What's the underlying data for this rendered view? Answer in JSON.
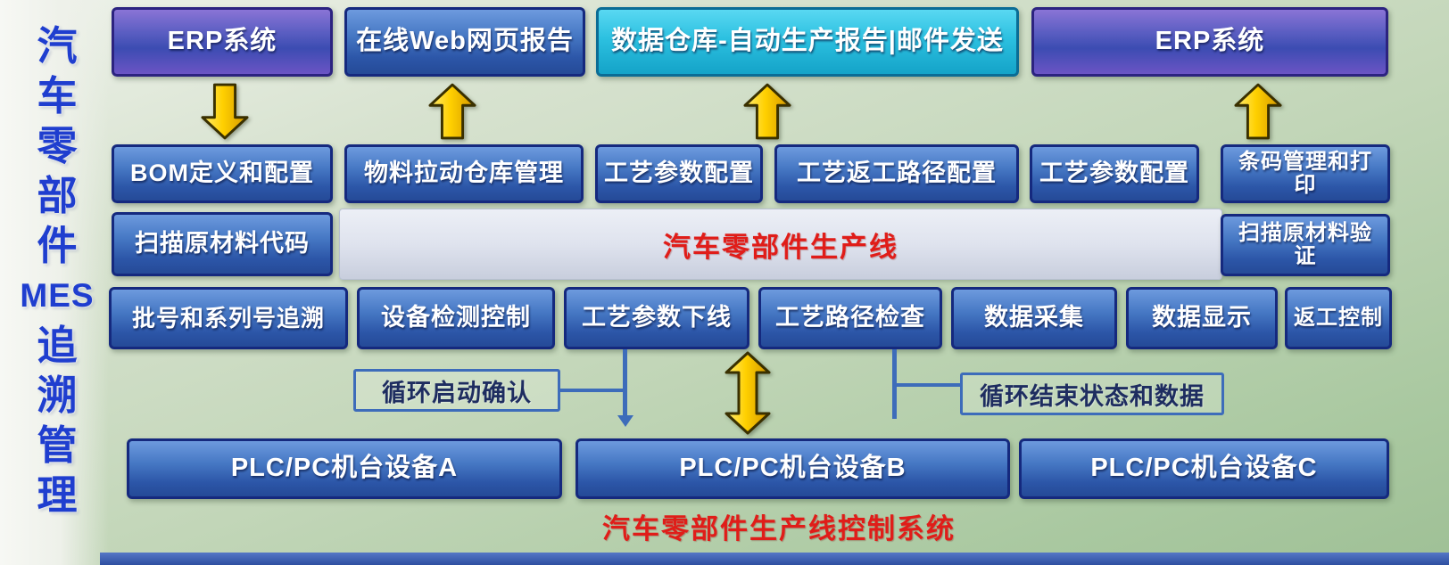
{
  "title": {
    "chars": [
      "汽",
      "车",
      "零",
      "部",
      "件",
      "MES",
      "追",
      "溯",
      "管",
      "理"
    ],
    "full": "汽车零部件MES追溯管理"
  },
  "top_row": {
    "erp_left": "ERP系统",
    "web_report": "在线Web网页报告",
    "data_warehouse": "数据仓库-自动生产报告|邮件发送",
    "erp_right": "ERP系统"
  },
  "config_row": [
    "BOM定义和配置",
    "物料拉动仓库管理",
    "工艺参数配置",
    "工艺返工路径配置",
    "工艺参数配置",
    "条码管理和打印"
  ],
  "scan_row": {
    "left": "扫描原材料代码",
    "center": "汽车零部件生产线",
    "right": "扫描原材料验证"
  },
  "execution_row": [
    "批号和系列号追溯",
    "设备检测控制",
    "工艺参数下线",
    "工艺路径检查",
    "数据采集",
    "数据显示",
    "返工控制"
  ],
  "connectors": {
    "loop_start": "循环启动确认",
    "loop_end": "循环结束状态和数据"
  },
  "plc_row": [
    "PLC/PC机台设备A",
    "PLC/PC机台设备B",
    "PLC/PC机台设备C"
  ],
  "footer": "汽车零部件生产线控制系统",
  "colors": {
    "box_blue": "#2c56a8",
    "box_purple": "#5b5ec2",
    "box_cyan": "#2cc0e0",
    "arrow_gold": "#ffd000",
    "red_title": "#e01d19",
    "title_blue": "#1f3ecf"
  }
}
